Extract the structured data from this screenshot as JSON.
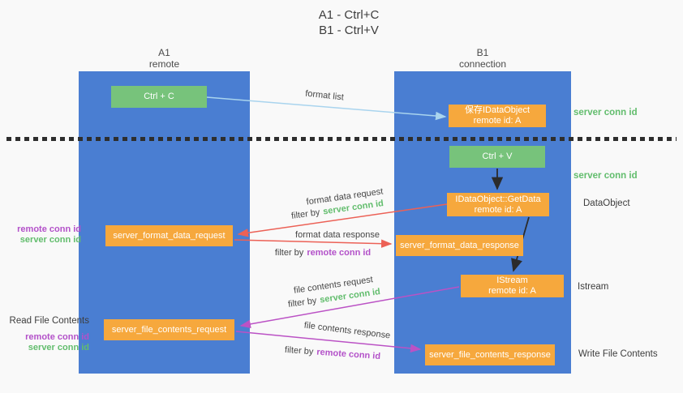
{
  "title": {
    "line1": "A1 - Ctrl+C",
    "line2": "B1 - Ctrl+V"
  },
  "lanes": {
    "a": {
      "name": "A1",
      "subtitle": "remote"
    },
    "b": {
      "name": "B1",
      "subtitle": "connection"
    }
  },
  "nodes": {
    "ctrl_c": {
      "label": "Ctrl + C"
    },
    "save_dataobject": {
      "line1": "保存IDataObject",
      "line2": "remote id: A"
    },
    "ctrl_v": {
      "label": "Ctrl + V"
    },
    "getdata": {
      "line1": "IDataObject::GetData",
      "line2": "remote id: A"
    },
    "istream": {
      "line1": "IStream",
      "line2": "remote id: A"
    },
    "server_format_data_request": {
      "label": "server_format_data_request"
    },
    "server_format_data_response": {
      "label": "server_format_data_response"
    },
    "server_file_contents_request": {
      "label": "server_file_contents_request"
    },
    "server_file_contents_response": {
      "label": "server_file_contents_response"
    }
  },
  "arrow_labels": {
    "format_list": "format list",
    "format_data_request": "format data request",
    "format_data_response": "format data response",
    "file_contents_request": "file contents request",
    "file_contents_response": "file contents response",
    "filter_by": "filter by",
    "server_conn_id": "server conn id",
    "remote_conn_id": "remote conn id"
  },
  "side_labels": {
    "server_conn_id_top": "server conn id",
    "server_conn_id_mid": "server conn id",
    "dataobject": "DataObject",
    "istream": "Istream",
    "read_file_contents": "Read File Contents",
    "write_file_contents": "Write File Contents",
    "remote_conn_id": "remote conn id",
    "server_conn_id": "server conn id"
  },
  "colors": {
    "lane_blue": "#4a7ed2",
    "action_green": "#77c37b",
    "message_orange": "#f6a83d",
    "arrow_red": "#ec6156",
    "arrow_magenta": "#bb52c5",
    "arrow_lightblue": "#a9d4ee",
    "arrow_black": "#2b2b2b",
    "text_green": "#62bd6d",
    "text_purple": "#b351c9",
    "divider_dark": "#2e2e2e"
  }
}
